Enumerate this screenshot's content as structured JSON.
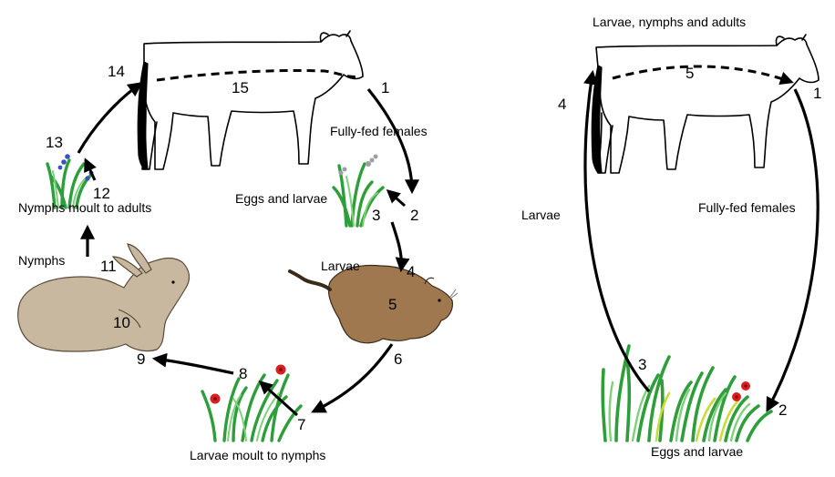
{
  "left_cycle": {
    "labels": {
      "fully_fed_females": "Fully-fed females",
      "eggs_and_larvae": "Eggs and larvae",
      "larvae": "Larvae",
      "larvae_moult_to_nymphs": "Larvae moult to nymphs",
      "nymphs": "Nymphs",
      "nymphs_moult_to_adults": "Nymphs moult to adults"
    },
    "numbers": [
      "1",
      "2",
      "3",
      "4",
      "5",
      "6",
      "7",
      "8",
      "9",
      "10",
      "11",
      "12",
      "13",
      "14",
      "15"
    ]
  },
  "right_cycle": {
    "labels": {
      "larvae_nymphs_adults": "Larvae, nymphs and adults",
      "fully_fed_females": "Fully-fed females",
      "larvae": "Larvae",
      "eggs_and_larvae": "Eggs and larvae"
    },
    "numbers": [
      "1",
      "2",
      "3",
      "4",
      "5"
    ]
  },
  "colors": {
    "arrow": "#000000",
    "grass": "#2e9e3a",
    "grass_light": "#7fd07a",
    "grass_yellow": "#c8dc3c",
    "flower_red": "#d81e1e",
    "flower_blue": "#3a4fc8",
    "flower_grey": "#9aa0a6",
    "rabbit": "#c8b8a0",
    "rodent": "#a07850",
    "cow_outline": "#000000"
  }
}
